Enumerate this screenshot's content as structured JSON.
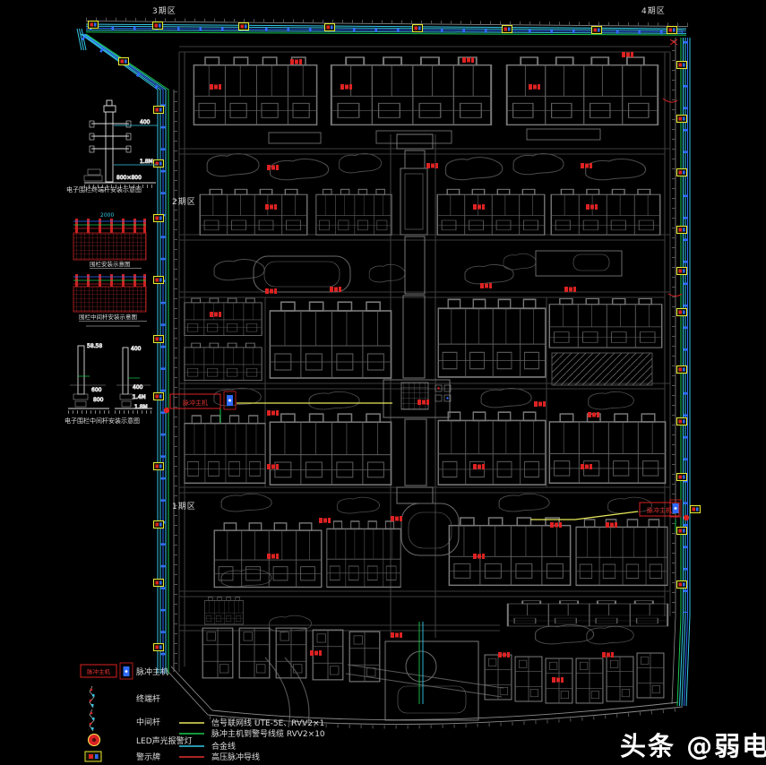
{
  "plan": {
    "phase_labels": {
      "p1": "1期区",
      "p2": "2期区",
      "p3": "3期区",
      "p4": "4期区"
    },
    "host_marker_label": "脉冲主机"
  },
  "details": {
    "terminal_pole_title": "电子围栏终端杆安装示意图",
    "fence_front_title": "围栏安装示意图",
    "fence_mid_title": "围栏中间杆安装示意图",
    "middle_pole_title": "电子围栏中间杆安装示意图",
    "dims": {
      "d1a": "400",
      "d1b": "1.8M",
      "d1c": "800×800",
      "d2a": "2000",
      "d4a": "58.58",
      "d4b": "400",
      "d4c": "600",
      "d4d": "800",
      "d4e": "400",
      "d4f": "1.4M",
      "d4g": "1.8M"
    }
  },
  "legend": {
    "symbols": [
      {
        "name": "pulse-host",
        "label": "脉冲主机"
      },
      {
        "name": "terminal-pole",
        "label": "终端杆"
      },
      {
        "name": "middle-pole",
        "label": "中间杆"
      },
      {
        "name": "led-alarm",
        "label": "LED声光报警灯"
      },
      {
        "name": "warning-sign",
        "label": "警示牌"
      }
    ],
    "lines": [
      {
        "color": "#e8e85a",
        "label": "信号联网线 UTE-5E、RVV2×1"
      },
      {
        "color": "#17c94f",
        "label": "脉冲主机到警号线缆 RVV2×10"
      },
      {
        "color": "#35c8e8",
        "label": "合金线"
      },
      {
        "color": "#e03131",
        "label": "高压脉冲导线"
      }
    ]
  },
  "watermark": "头条 @弱电",
  "colors": {
    "background": "#000000",
    "building_outline": "#787878",
    "road_outline": "#3c3c3c",
    "alloy_line": "#35c8e8",
    "signal_line": "#e8e85a",
    "siren_line": "#17c94f",
    "pulse_line": "#e03131",
    "marker_red": "#dd2222",
    "sign_yellow": "#e8e832"
  }
}
